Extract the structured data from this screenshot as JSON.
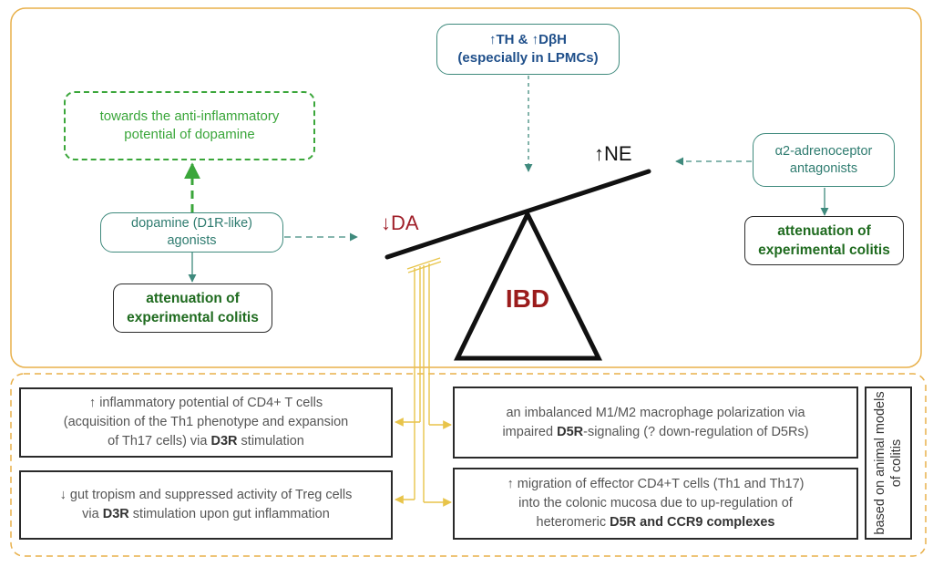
{
  "top_box": {
    "line1": "↑TH & ↑DβH",
    "line2": "(especially in LPMCs)"
  },
  "ne_label": "↑NE",
  "da_label": "↓DA",
  "ibd_label": "IBD",
  "anti_inflammatory_box": {
    "line1": "towards the anti-inflammatory",
    "line2": "potential of dopamine"
  },
  "dopamine_agonists_box": {
    "line1": "dopamine (D1R-like)",
    "line2": "agonists"
  },
  "attenuation_left": {
    "line1": "attenuation of",
    "line2": "experimental colitis"
  },
  "alpha2_box": {
    "line1": "α2-adrenoceptor",
    "line2": "antagonists"
  },
  "attenuation_right": {
    "line1": "attenuation of",
    "line2": "experimental colitis"
  },
  "effect_cd4": {
    "line1": "↑ inflammatory potential of CD4+ T cells",
    "line2": "(acquisition of the Th1 phenotype and expansion",
    "line3_pre": "of Th17 cells) via ",
    "line3_bold": "D3R",
    "line3_post": " stimulation"
  },
  "effect_treg": {
    "line1": "↓ gut tropism and suppressed activity of Treg cells",
    "line2_pre": "via ",
    "line2_bold": "D3R",
    "line2_post": " stimulation upon gut inflammation"
  },
  "effect_macrophage": {
    "line1": "an imbalanced M1/M2 macrophage polarization via",
    "line2_pre": "impaired ",
    "line2_bold": "D5R",
    "line2_post": "-signaling (? down-regulation of D5Rs)"
  },
  "effect_migration": {
    "line1": "↑ migration of effector CD4+T cells (Th1 and Th17)",
    "line2": "into the colonic mucosa due to up-regulation of",
    "line3_pre": "heteromeric ",
    "line3_bold": "D5R and CCR9 complexes"
  },
  "side_note": "based on animal models of colitis",
  "colors": {
    "outer_border": "#e8b04a",
    "connector_yellow": "#e8c44a",
    "teal_arrow": "#3f8a7d",
    "green_arrow": "#3aa63a",
    "da_red": "#a0202a",
    "ibd_red": "#9b1c1c"
  }
}
